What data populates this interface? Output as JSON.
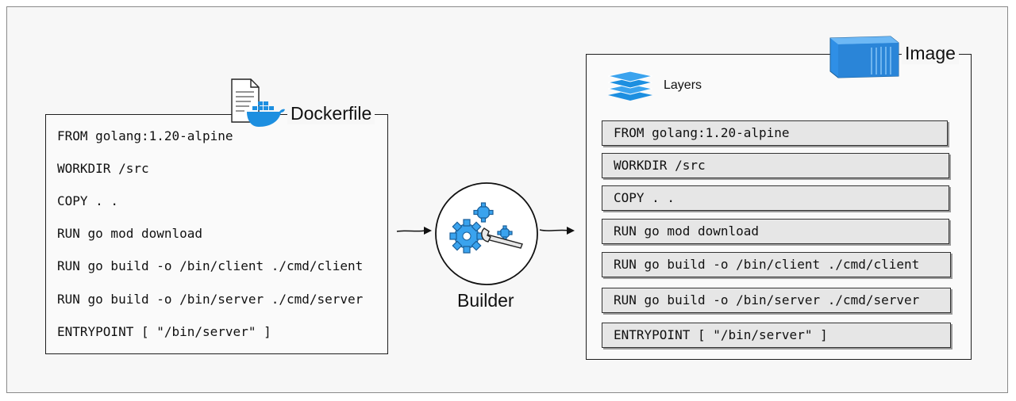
{
  "dockerfile": {
    "title": "Dockerfile",
    "lines": [
      "FROM golang:1.20-alpine",
      "WORKDIR /src",
      "COPY . .",
      "RUN go mod download",
      "RUN go build -o /bin/client ./cmd/client",
      "RUN go build -o /bin/server ./cmd/server",
      "ENTRYPOINT [ \"/bin/server\" ]"
    ]
  },
  "builder": {
    "label": "Builder"
  },
  "image": {
    "title": "Image",
    "layers_label": "Layers",
    "layers": [
      "FROM golang:1.20-alpine",
      "WORKDIR /src",
      "COPY . .",
      "RUN go mod download",
      "RUN go build -o /bin/client ./cmd/client",
      "RUN go build -o /bin/server ./cmd/server",
      "ENTRYPOINT [ \"/bin/server\" ]"
    ]
  },
  "colors": {
    "docker_blue": "#1d8fe0",
    "gear_blue": "#3aa3ee",
    "container_blue": "#2f8fe6",
    "layer_fill": "#e6e6e6"
  },
  "icons": [
    "document-icon",
    "docker-whale-icon",
    "gears-wrench-icon",
    "container-icon",
    "layers-stack-icon"
  ]
}
